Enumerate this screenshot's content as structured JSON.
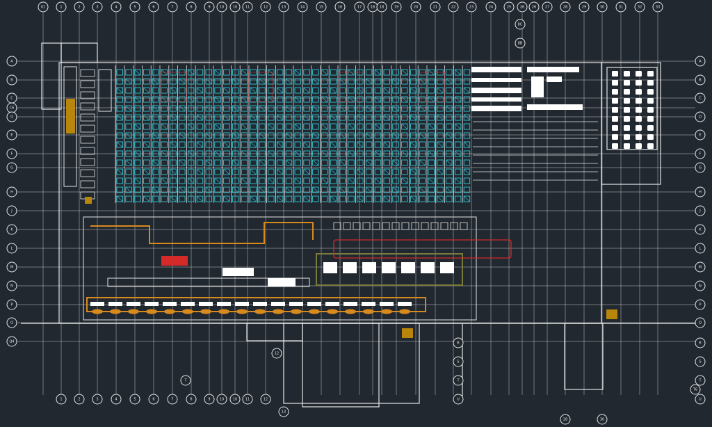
{
  "drawing": {
    "colors": {
      "background": "#212830",
      "lines": "#e6e6e6",
      "racks": "#2ec8d8",
      "conveyor": "#d98a1e",
      "equipment": "#b8860b",
      "highlight": "#d42a2a",
      "area": "#7a7a3a"
    },
    "grid_columns_top": [
      "01",
      "1",
      "2",
      "3",
      "4",
      "5",
      "6",
      "7",
      "8",
      "9",
      "10",
      "10",
      "11",
      "12",
      "13",
      "14",
      "15",
      "16",
      "17",
      "18",
      "18",
      "19",
      "20",
      "21",
      "22",
      "23",
      "24",
      "25",
      "26",
      "26",
      "27",
      "28",
      "29",
      "30",
      "31",
      "32",
      "33"
    ],
    "grid_columns_bottom": [
      "1",
      "2",
      "3",
      "4",
      "5",
      "6",
      "7",
      "8",
      "9",
      "10",
      "10",
      "11",
      "12"
    ],
    "grid_rows_left": [
      "A",
      "B",
      "C",
      "C6",
      "D",
      "E",
      "F",
      "G",
      "H",
      "J",
      "K",
      "L",
      "M",
      "N",
      "P",
      "Q",
      "Q4"
    ],
    "grid_rows_right": [
      "A",
      "B",
      "C",
      "D",
      "E",
      "F",
      "G",
      "H",
      "J",
      "K",
      "L",
      "M",
      "N",
      "P",
      "Q",
      "R",
      "S",
      "T",
      "U"
    ],
    "extra_labels": {
      "ref_top_1": "8C",
      "ref_top_2": "8B",
      "lower_left_row": "T",
      "lower_mid_col": "13",
      "lower_mid_ref": "12",
      "lower_right_col_1": "28",
      "lower_right_col_2": "30",
      "lower_area_rows": [
        "R",
        "S",
        "T",
        "U"
      ],
      "right_ref": "T6"
    }
  }
}
